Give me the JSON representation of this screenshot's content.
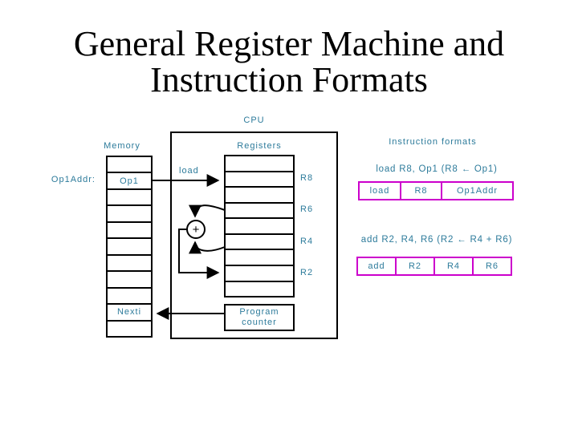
{
  "slide": {
    "title_line1": "General Register Machine and",
    "title_line2": "Instruction Formats"
  },
  "diagram": {
    "cpu_label": "CPU",
    "memory": {
      "label": "Memory",
      "address_label": "Op1Addr:",
      "rows": [
        "",
        "Op1",
        "",
        "",
        "",
        "",
        "",
        "",
        "",
        "Nexti",
        ""
      ]
    },
    "registers": {
      "label": "Registers",
      "row_labels": [
        "R8",
        "R6",
        "R4",
        "R2"
      ]
    },
    "load_label": "load",
    "adder_symbol": "+",
    "program_counter": "Program counter"
  },
  "instruction_formats": {
    "label": "Instruction formats",
    "load_example": {
      "equation": "load R8, Op1 (R8 ← Op1)",
      "fields": [
        "load",
        "R8",
        "Op1Addr"
      ]
    },
    "add_example": {
      "equation": "add R2, R4, R6 (R2 ← R4 + R6)",
      "fields": [
        "add",
        "R2",
        "R4",
        "R6"
      ]
    }
  },
  "colors": {
    "text_teal": "#2d7b9b",
    "format_magenta": "#cc00cc",
    "line_black": "#000000"
  }
}
